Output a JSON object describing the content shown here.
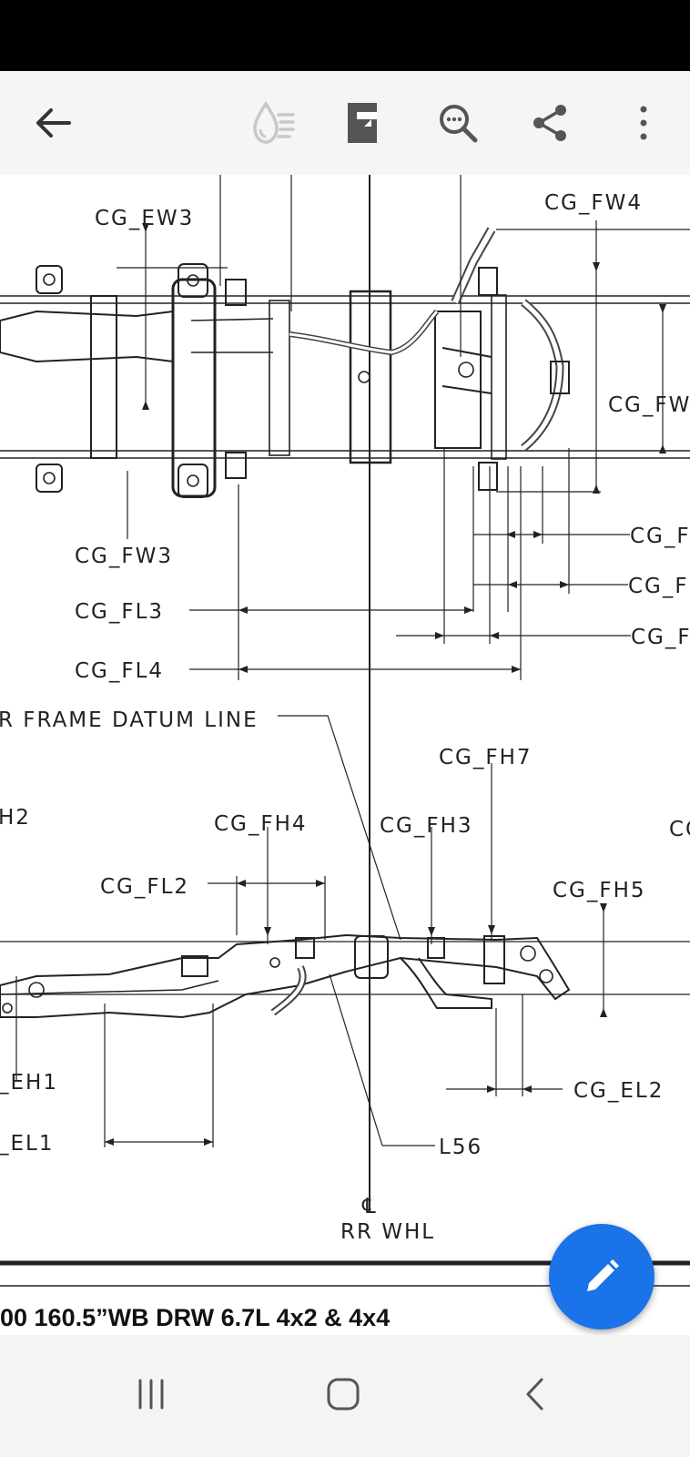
{
  "app_bar": {
    "back_icon": "arrow-left-icon",
    "actions": [
      "reading-mode-icon",
      "document-view-icon",
      "search-icon",
      "share-icon",
      "more-vert-icon"
    ]
  },
  "drawing": {
    "top_view": {
      "labels": [
        "CG_EW3",
        "CG_FW4",
        "CG_FW",
        "CG_FW3",
        "CG_FL3",
        "CG_FL4",
        "CG_F",
        "CG_F",
        "CG_F"
      ]
    },
    "side_view": {
      "datum_label": "R FRAME DATUM LINE",
      "labels": [
        "H2",
        "CG_FH4",
        "CG_FH3",
        "CG_FH7",
        "CG",
        "CG_FL2",
        "CG_FH5",
        "_EH1",
        "_EL1",
        "L56",
        "CG_EL2"
      ],
      "centerline_symbol": "℄",
      "centerline_label": "RR WHL"
    }
  },
  "caption": {
    "text": "00 160.5”WB DRW 6.7L 4x2 & 4x4"
  },
  "fab": {
    "icon": "pencil-icon"
  },
  "nav_bar": {
    "items": [
      "recent-apps-icon",
      "home-icon",
      "back-icon"
    ]
  }
}
